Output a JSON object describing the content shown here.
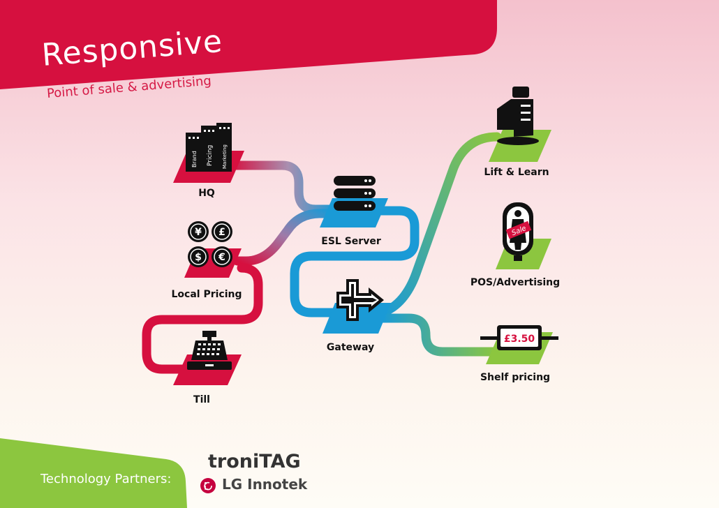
{
  "header": {
    "title": "Responsive",
    "subtitle": "Point of sale & advertising"
  },
  "nodes": {
    "hq": {
      "label": "HQ",
      "building_labels": [
        "Brand",
        "Pricing",
        "Marketing"
      ]
    },
    "local_pricing": {
      "label": "Local Pricing",
      "currency_symbols": [
        "¥",
        "£",
        "$",
        "€"
      ]
    },
    "till": {
      "label": "Till"
    },
    "esl_server": {
      "label": "ESL Server"
    },
    "gateway": {
      "label": "Gateway"
    },
    "lift_learn": {
      "label": "Lift & Learn"
    },
    "pos_advertising": {
      "label": "POS/Advertising",
      "sign_text": "Sale"
    },
    "shelf_pricing": {
      "label": "Shelf pricing",
      "price_text": "£3.50"
    }
  },
  "footer": {
    "partners_label": "Technology Partners:",
    "tronitag_logo": "troniTAG",
    "lg_logo": "LG Innotek"
  },
  "colors": {
    "crimson": "#d6103f",
    "blue": "#1a9ad6",
    "lime": "#8cc63f",
    "dark": "#111111"
  }
}
